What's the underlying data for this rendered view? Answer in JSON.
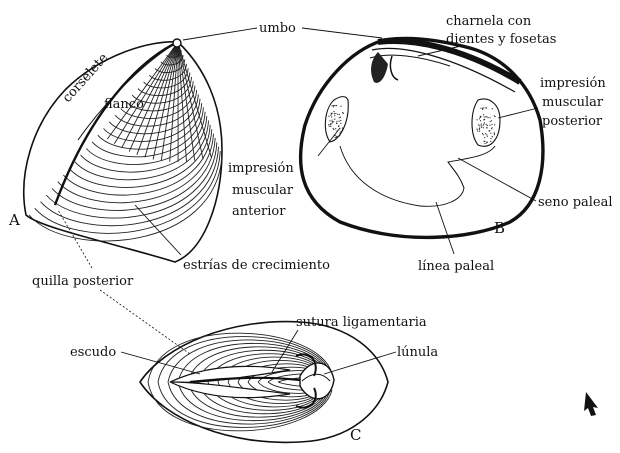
{
  "labels": {
    "umbo": "umbo",
    "corselete": "corselete",
    "flanco": "flanco",
    "panel_a": "A",
    "estrias": "estrías de crecimiento",
    "quilla": "quilla posterior",
    "charnela_1": "charnela con",
    "charnela_2": "dientes y fosetas",
    "imp_post_1": "impresión",
    "imp_post_2": "muscular",
    "imp_post_3": "posterior",
    "imp_ant_1": "impresión",
    "imp_ant_2": "muscular",
    "imp_ant_3": "anterior",
    "seno": "seno paleal",
    "panel_b": "B",
    "linea": "línea paleal",
    "sutura": "sutura ligamentaria",
    "escudo": "escudo",
    "lunula": "lúnula",
    "panel_c": "C"
  },
  "decor": {
    "arrow_icon": "cursor-arrow-icon"
  }
}
